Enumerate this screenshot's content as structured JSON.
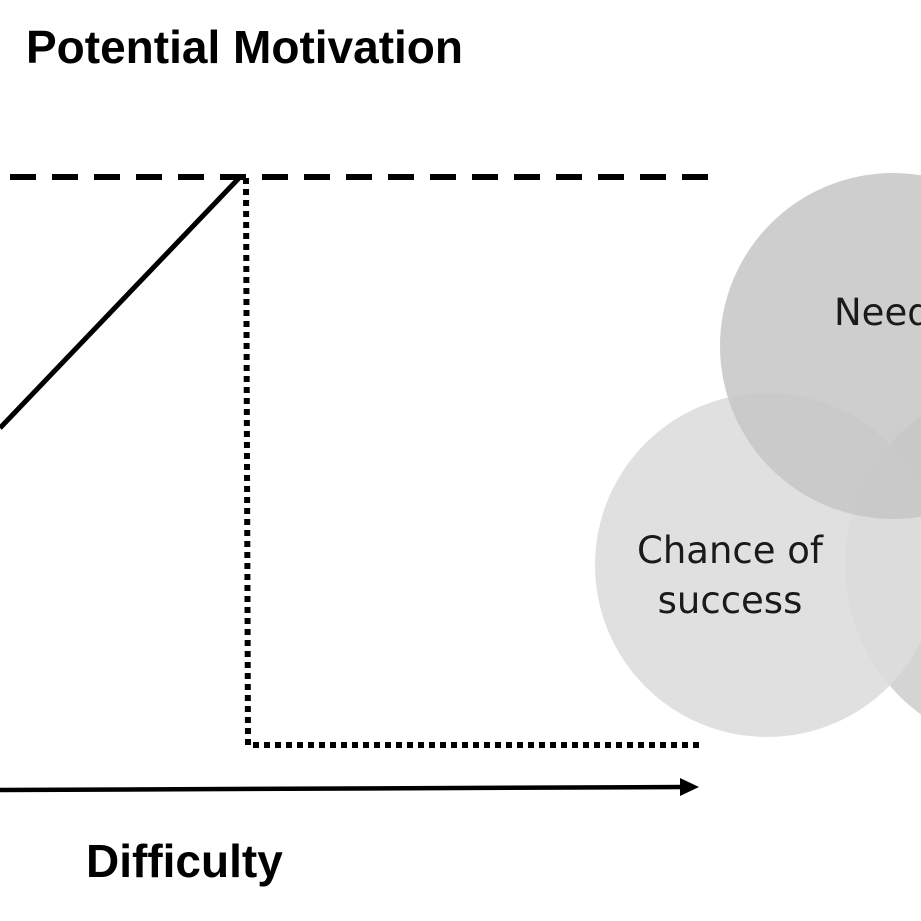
{
  "diagram": {
    "title": "Potential Motivation",
    "x_axis_label": "Difficulty",
    "circles": [
      {
        "id": "need",
        "label": "Need",
        "color": "#c6c6c6",
        "label_lines": [
          "Need"
        ]
      },
      {
        "id": "chance",
        "label": "Chance of success",
        "color": "#dddddd",
        "label_lines": [
          "Chance of",
          "success"
        ]
      },
      {
        "id": "third",
        "label": "",
        "color": "#cdcdcd",
        "label_lines": []
      }
    ],
    "line_color": "#000000"
  }
}
